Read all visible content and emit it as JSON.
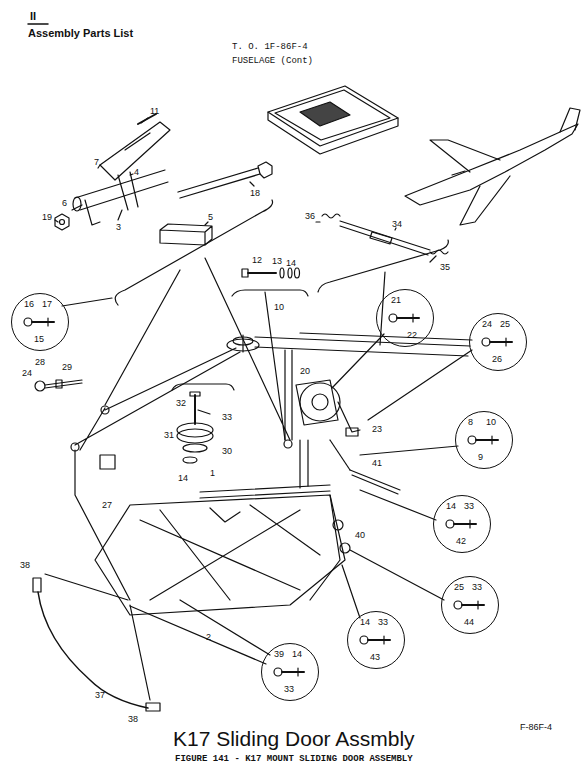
{
  "diagram": {
    "title": "K17 Sliding Door Assmbly",
    "caption": "FIGURE 141 - K17 MOUNT SLIDING DOOR ASSEMBLY",
    "nodes": [
      {
        "text": [
          "16",
          "17",
          "15"
        ]
      },
      {
        "text": [
          "21",
          "22"
        ]
      },
      {
        "text": [
          "24",
          "25",
          "26"
        ]
      },
      {
        "text": [
          "8",
          "10",
          "9"
        ]
      },
      {
        "text": [
          "14",
          "33",
          "42"
        ]
      },
      {
        "text": [
          "25",
          "33",
          "44"
        ]
      },
      {
        "text": [
          "14",
          "33",
          "43"
        ]
      },
      {
        "text": [
          "39",
          "14",
          "33"
        ]
      }
    ],
    "labels": [
      "II",
      "Assembly Parts List",
      "T. O. 1F-86F-4",
      "FUSELAGE (Cont)",
      "11",
      "7",
      "4",
      "18",
      "6",
      "3",
      "5",
      "19",
      "36",
      "34",
      "35",
      "12",
      "13",
      "14",
      "10",
      "28",
      "29",
      "24",
      "20",
      "32",
      "33",
      "31",
      "30",
      "14",
      "23",
      "27",
      "1",
      "41",
      "2",
      "40",
      "38",
      "37",
      "38",
      "F-86F-4"
    ]
  }
}
